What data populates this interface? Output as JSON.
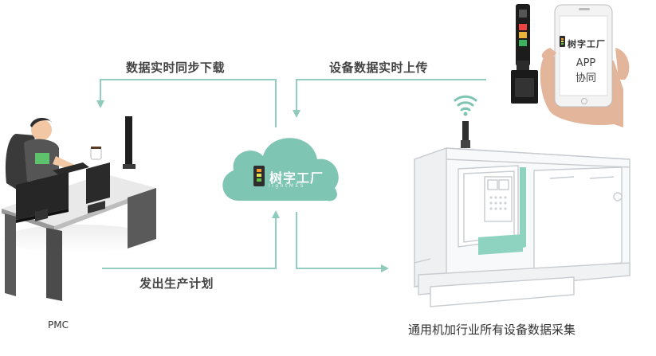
{
  "flows": {
    "download": "数据实时同步下载",
    "upload": "设备数据实时上传",
    "plan": "发出生产计划"
  },
  "cloud": {
    "brand": "树字工厂",
    "subtitle": "lightMES"
  },
  "phone": {
    "brand": "树字工厂",
    "app_line1": "APP",
    "app_line2": "协同"
  },
  "captions": {
    "pmc": "PMC",
    "machine": "通用机加行业所有设备数据采集"
  },
  "colors": {
    "accent": "#7ec5b3",
    "arrow": "#93cdbf",
    "machine_line": "#c8ccd0"
  }
}
